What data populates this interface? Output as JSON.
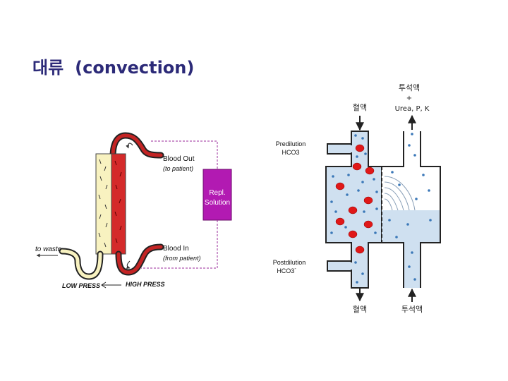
{
  "title": {
    "korean": "대류",
    "english": "(convection)"
  },
  "left_diagram": {
    "blood_out": "Blood Out",
    "to_patient": "(to patient)",
    "blood_in": "Blood In",
    "from_patient": "(from patient)",
    "repl_line1": "Repl.",
    "repl_line2": "Solution",
    "to_waste": "to waste",
    "low_press": "LOW PRESS",
    "high_press": "HIGH PRESS"
  },
  "right_diagram": {
    "blood_in_top": "혈액",
    "dialysate_out_top": "투석액",
    "plus": "+",
    "solutes": "Urea, P, K",
    "predilution_line1": "Predilution",
    "predilution_line2": "HCO3",
    "postdilution_line1": "Postdilution",
    "postdilution_line2": "HCO3",
    "postdilution_sup": "-",
    "blood_out_bottom": "혈액",
    "dialysate_in_bottom": "투석액"
  },
  "colors": {
    "title": "#2c2a78",
    "membrane": "#f8f2c0",
    "blood_red": "#d42a2a",
    "repl_solution": "#b21ab2",
    "fluid_blue": "#cfe0f0",
    "particle_blue": "#3b78b8",
    "rbc_red": "#e01818"
  }
}
